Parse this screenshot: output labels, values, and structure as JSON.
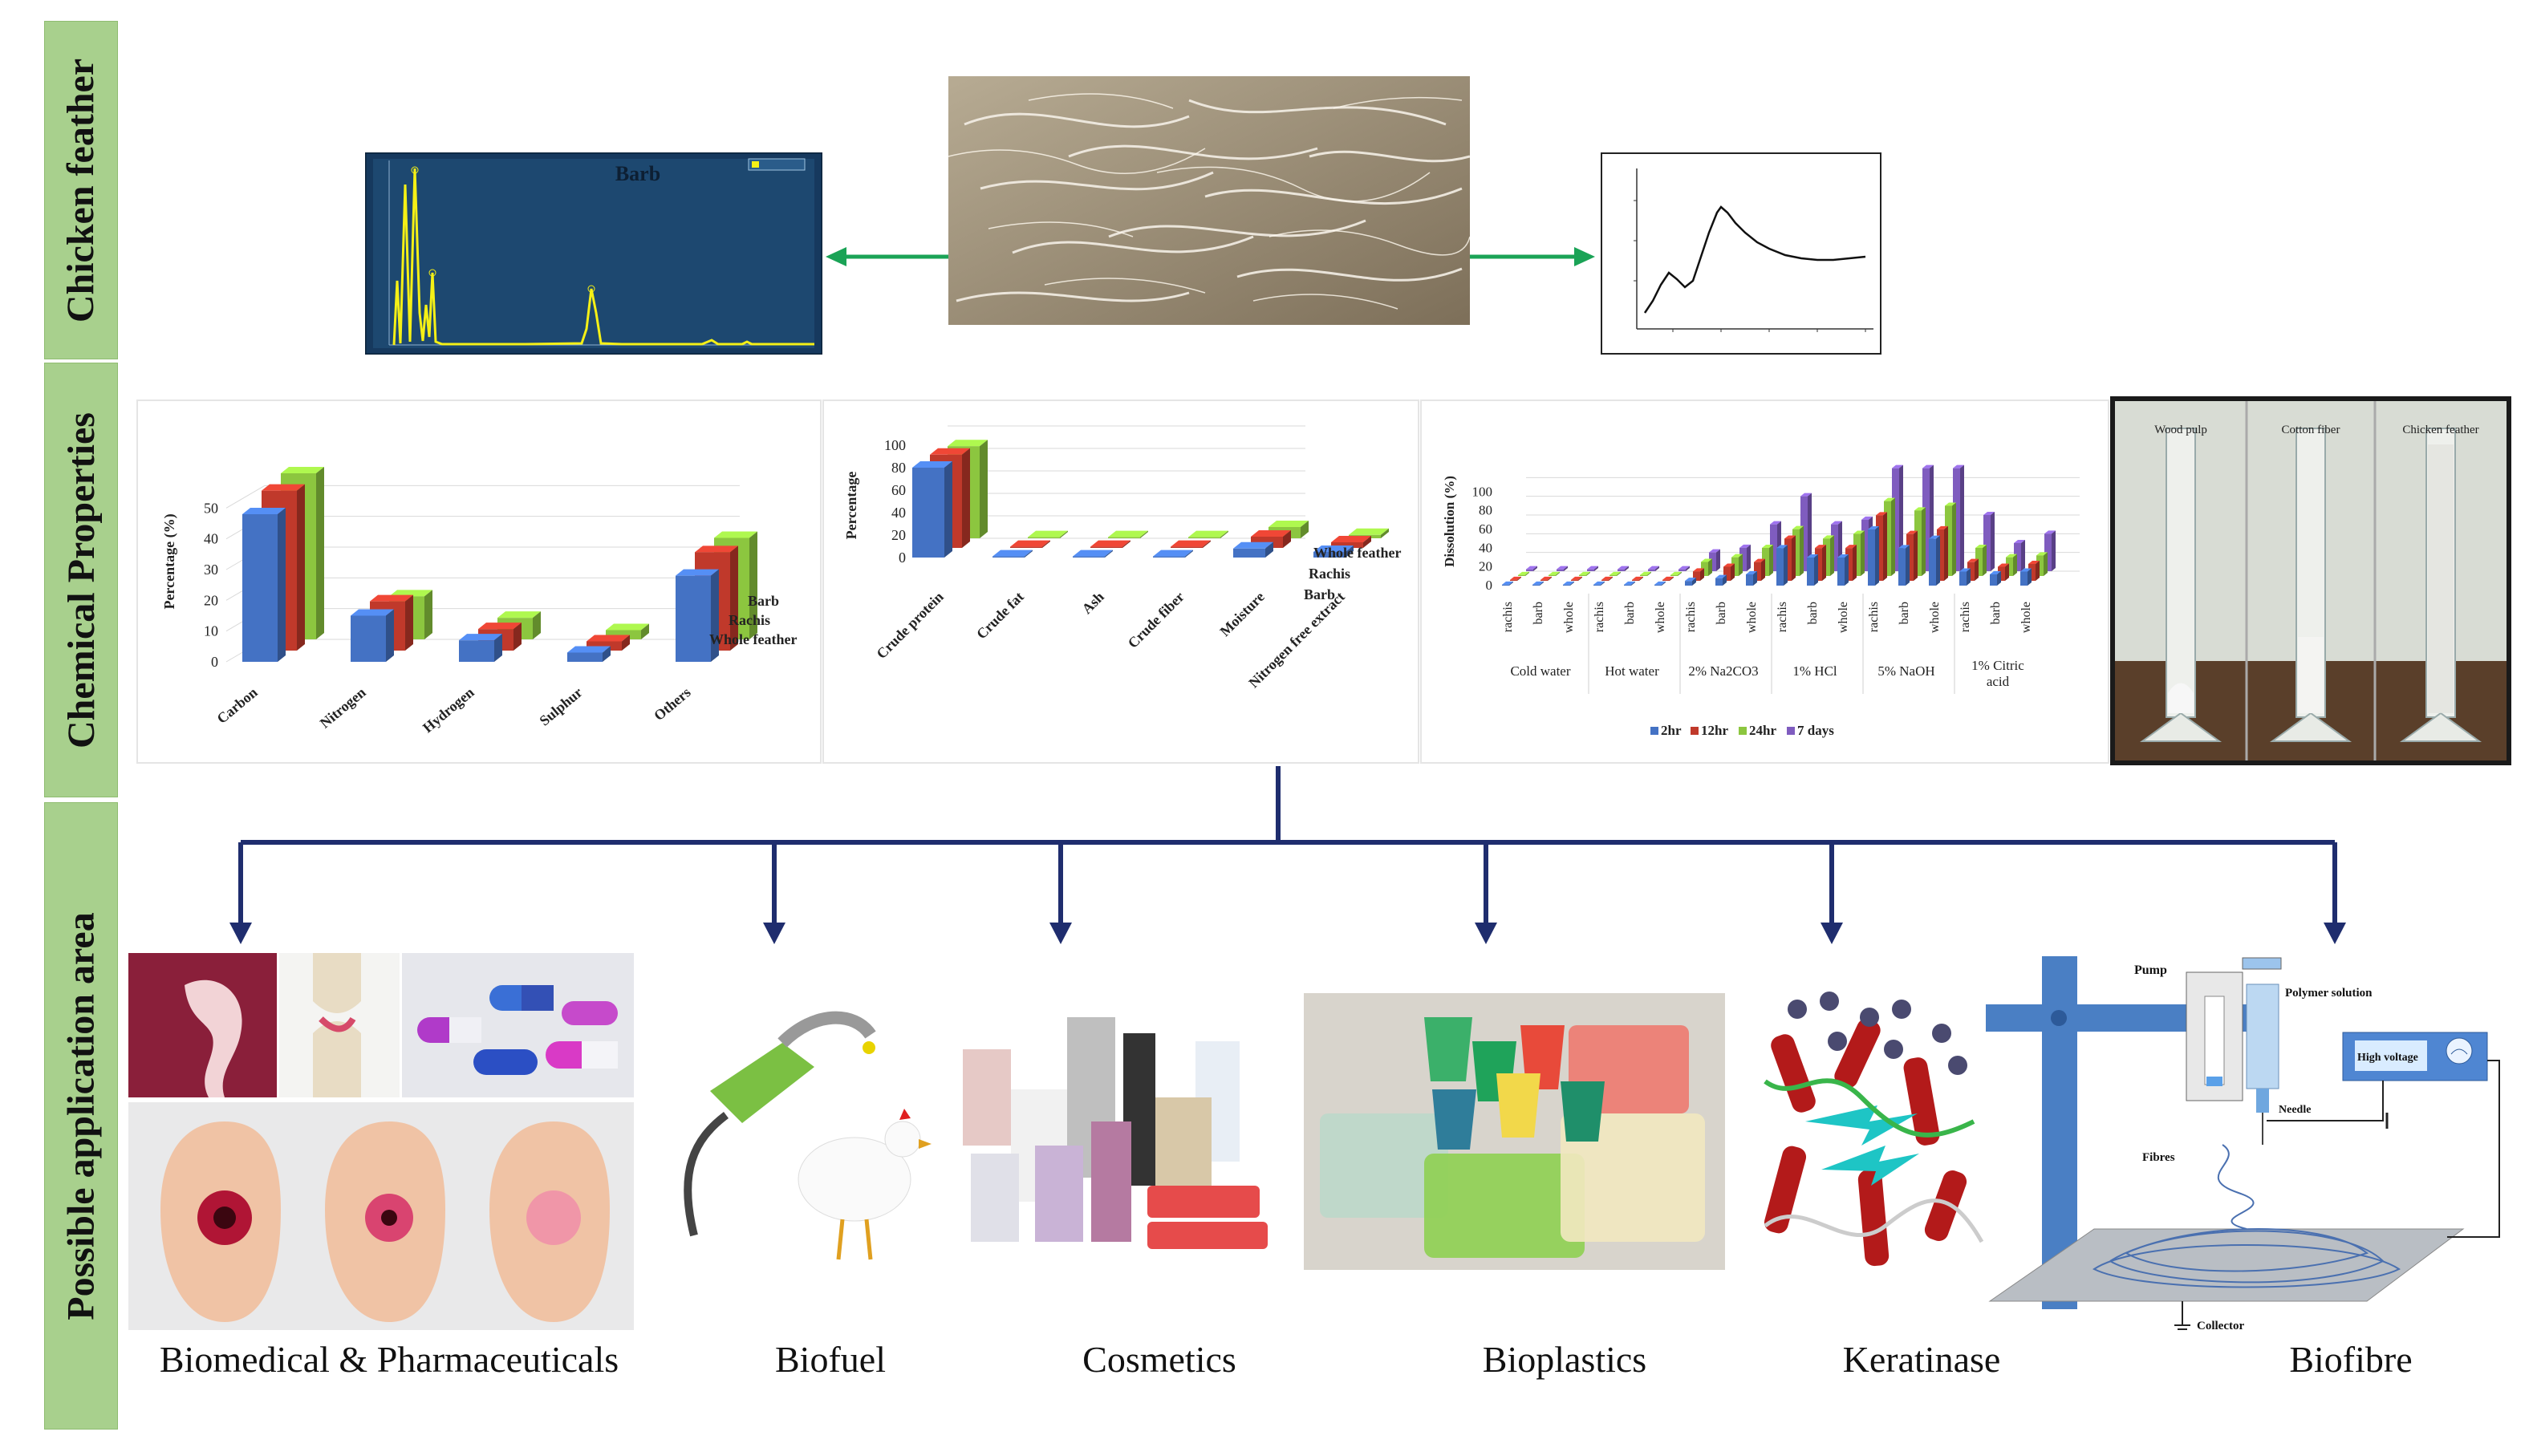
{
  "sections": {
    "top": "Chicken feather",
    "middle": "Chemical Properties",
    "bottom": "Possible application area"
  },
  "edx": {
    "title": "Barb",
    "legend": ""
  },
  "xrd": {
    "xlabel": "",
    "ylabel": ""
  },
  "chart_data": [
    {
      "type": "bar",
      "categories": [
        "Carbon",
        "Nitrogen",
        "Hydrogen",
        "Sulphur",
        "Others"
      ],
      "series": [
        {
          "name": "Whole feather",
          "values": [
            48,
            15,
            7,
            3,
            28
          ]
        },
        {
          "name": "Rachis",
          "values": [
            52,
            16,
            7,
            3,
            32
          ]
        },
        {
          "name": "Barb",
          "values": [
            54,
            14,
            7,
            3,
            33
          ]
        }
      ],
      "ylabel": "Percentage (%)",
      "yticks": [
        0,
        10,
        20,
        30,
        40,
        50
      ],
      "ylim": [
        0,
        60
      ],
      "colors": [
        "#4472c4",
        "#c0392b",
        "#8cc63f"
      ]
    },
    {
      "type": "bar",
      "categories": [
        "Crude protein",
        "Crude fat",
        "Ash",
        "Crude fiber",
        "Moisture",
        "Nitrogen free extract"
      ],
      "series": [
        {
          "name": "Barb",
          "values": [
            80,
            1,
            1,
            1,
            8,
            5
          ]
        },
        {
          "name": "Rachis",
          "values": [
            83,
            1,
            1,
            1,
            10,
            5
          ]
        },
        {
          "name": "Whole feather",
          "values": [
            82,
            1,
            1,
            1,
            10,
            3
          ]
        }
      ],
      "ylabel": "Percentage",
      "yticks": [
        0,
        20,
        40,
        60,
        80,
        100
      ],
      "ylim": [
        0,
        100
      ],
      "colors": [
        "#4472c4",
        "#c0392b",
        "#8cc63f"
      ]
    },
    {
      "type": "bar",
      "groups": [
        "Cold water",
        "Hot water",
        "2% Na2CO3",
        "1% HCl",
        "5% NaOH",
        "1% Citric acid"
      ],
      "sub_categories": [
        "rachis",
        "barb",
        "whole"
      ],
      "series": [
        {
          "name": "2hr",
          "values": [
            1,
            1,
            1,
            1,
            1,
            1,
            5,
            8,
            12,
            40,
            30,
            30,
            60,
            40,
            50,
            15,
            12,
            15
          ]
        },
        {
          "name": "12hr",
          "values": [
            1,
            1,
            1,
            1,
            1,
            1,
            10,
            15,
            20,
            45,
            35,
            35,
            70,
            50,
            55,
            20,
            15,
            18
          ]
        },
        {
          "name": "24hr",
          "values": [
            1,
            1,
            1,
            1,
            1,
            1,
            15,
            20,
            30,
            50,
            40,
            45,
            80,
            70,
            75,
            30,
            20,
            22
          ]
        },
        {
          "name": "7 days",
          "values": [
            2,
            2,
            2,
            2,
            2,
            2,
            20,
            25,
            50,
            80,
            50,
            55,
            110,
            110,
            110,
            60,
            30,
            40
          ]
        }
      ],
      "ylabel": "Dissolution (%)",
      "yticks": [
        0,
        20,
        40,
        60,
        80,
        100
      ],
      "ylim": [
        0,
        120
      ],
      "colors": [
        "#4472c4",
        "#c0392b",
        "#8cc63f",
        "#7f5cbf"
      ]
    }
  ],
  "cylinders": {
    "labels": [
      "Wood pulp",
      "Cotton fiber",
      "Chicken feather"
    ]
  },
  "electrospin": {
    "pump": "Pump",
    "polymer": "Polymer solution",
    "voltage": "High voltage",
    "needle": "Needle",
    "fibres": "Fibres",
    "collector": "Collector"
  },
  "applications": [
    "Biomedical  & Pharmaceuticals",
    "Biofuel",
    "Cosmetics",
    "Bioplastics",
    "Keratinase",
    "Biofibre"
  ]
}
